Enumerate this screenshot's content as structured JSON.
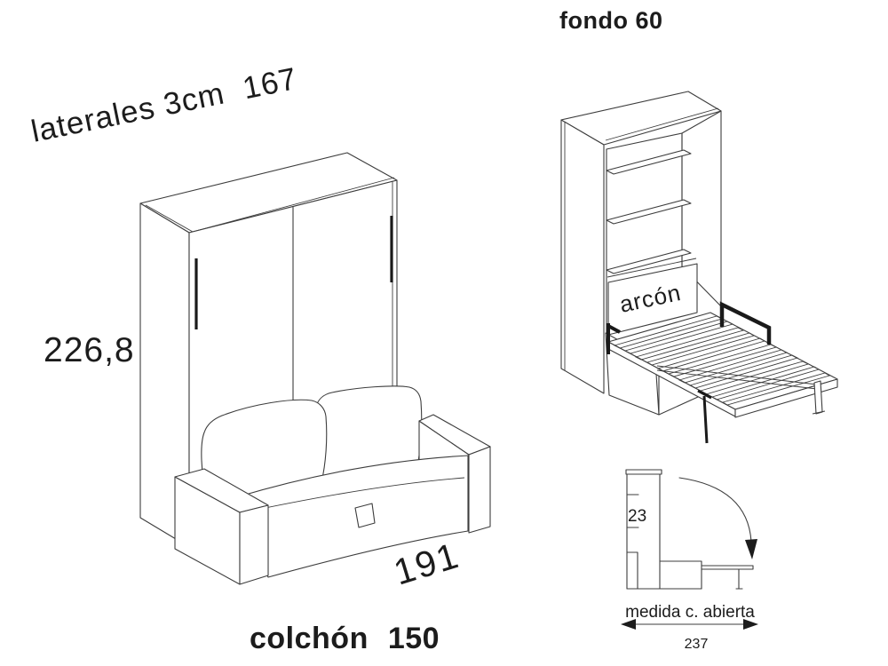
{
  "diagram": {
    "background": "#ffffff",
    "line_color": "#3d3d3d",
    "text_color": "#1c1c1c",
    "accent_black": "#1a1a1a"
  },
  "closed_view": {
    "side_label": "laterales 3cm",
    "width_cm": "167",
    "height_cm": "226,8",
    "sofa_width_cm": "191",
    "mattress_label": "colchón",
    "mattress_width_cm": "150"
  },
  "open_view": {
    "depth_label": "fondo 60",
    "storage_label": "arcón"
  },
  "side_profile": {
    "cabinet_depth_cm": "23",
    "open_depth_label": "medida c. abierta",
    "open_depth_cm": "237"
  }
}
